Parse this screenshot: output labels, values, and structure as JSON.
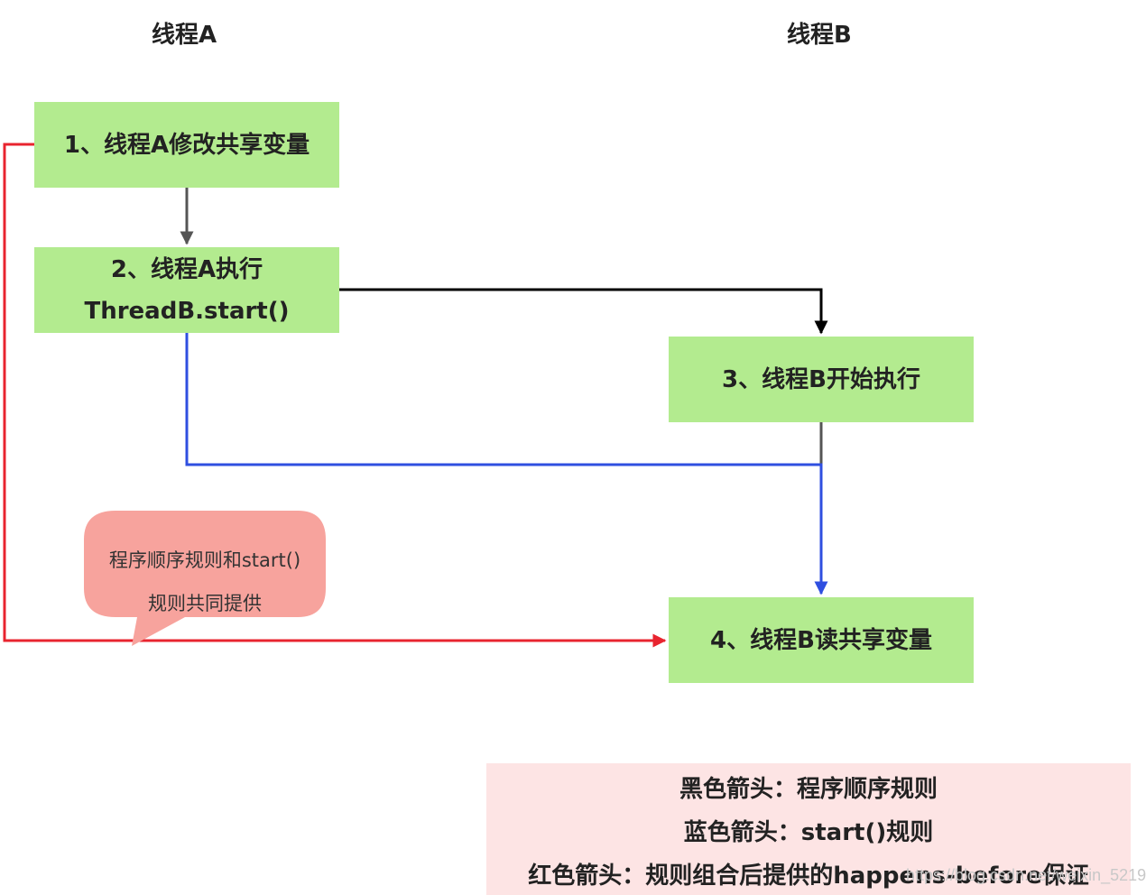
{
  "lanes": {
    "thread_a": "线程A",
    "thread_b": "线程B"
  },
  "steps": {
    "step1": "1、线程A修改共享变量",
    "step2_line1": "2、线程A执行",
    "step2_line2": "ThreadB.start()",
    "step3": "3、线程B开始执行",
    "step4": "4、线程B读共享变量"
  },
  "callout": {
    "line1": "程序顺序规则和start()",
    "line2": "规则共同提供"
  },
  "legend": {
    "black": "黑色箭头：程序顺序规则",
    "blue": "蓝色箭头：start()规则",
    "red": "红色箭头：规则组合后提供的happens-before保证"
  },
  "watermark": "https://blog.csdn.net/weixin_5219",
  "colors": {
    "box_fill": "#b3eb8f",
    "black_arrow": "#000000",
    "gray_arrow": "#555555",
    "blue_arrow": "#2f4fe0",
    "red_arrow": "#e8242f",
    "callout_fill": "#f7a39d",
    "legend_fill": "#fde4e4"
  }
}
